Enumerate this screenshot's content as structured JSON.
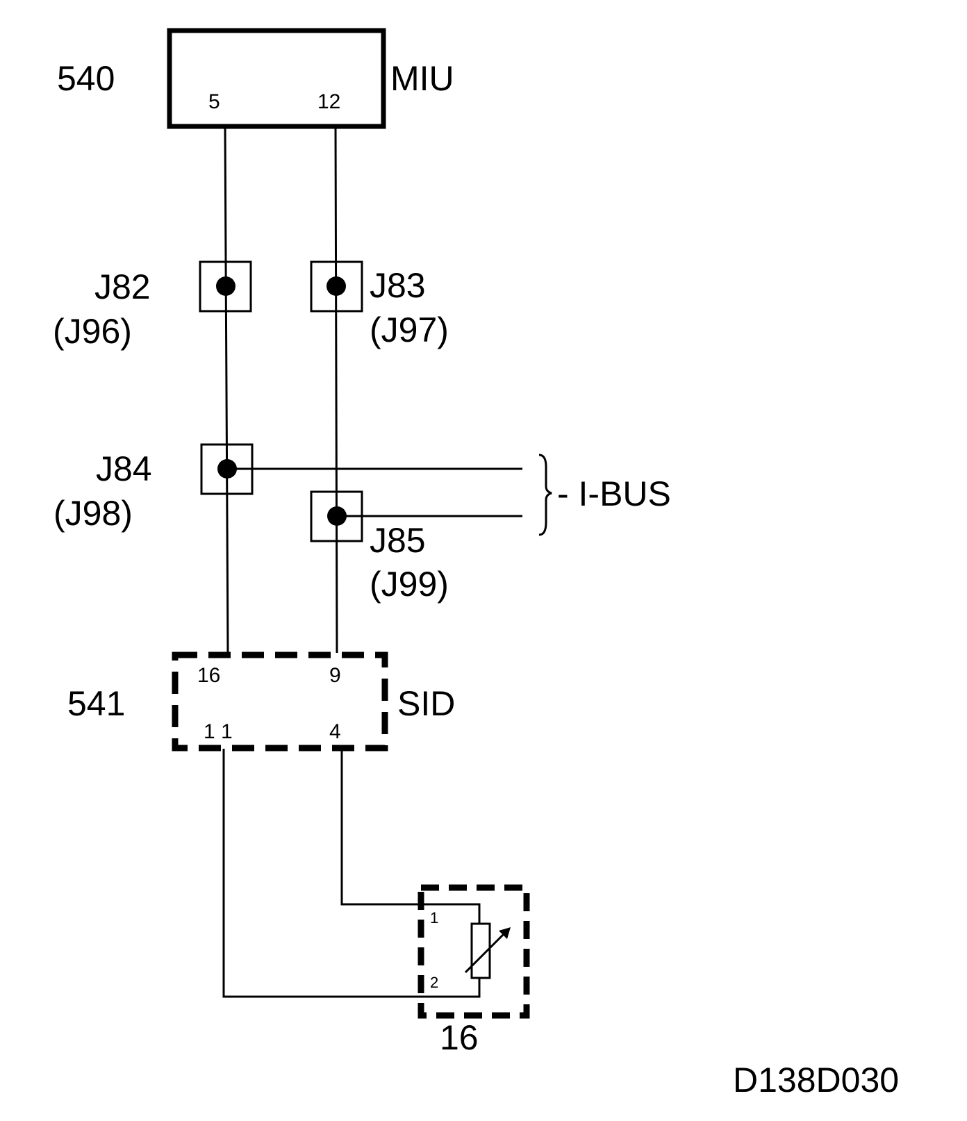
{
  "components": {
    "miu": {
      "number": "540",
      "name": "MIU",
      "pin_left": "5",
      "pin_right": "12"
    },
    "sid": {
      "number": "541",
      "name": "SID",
      "pin_top_left": "16",
      "pin_top_right": "9",
      "pin_bottom_left": "1 1",
      "pin_bottom_right": "4"
    },
    "sensor": {
      "number": "16",
      "pin_1": "1",
      "pin_2": "2"
    }
  },
  "junctions": {
    "j82": {
      "label": "J82",
      "alt": "(J96)"
    },
    "j83": {
      "label": "J83",
      "alt": "(J97)"
    },
    "j84": {
      "label": "J84",
      "alt": "(J98)"
    },
    "j85": {
      "label": "J85",
      "alt": "(J99)"
    }
  },
  "bus": {
    "label": "- I-BUS"
  },
  "figure_id": "D138D030"
}
